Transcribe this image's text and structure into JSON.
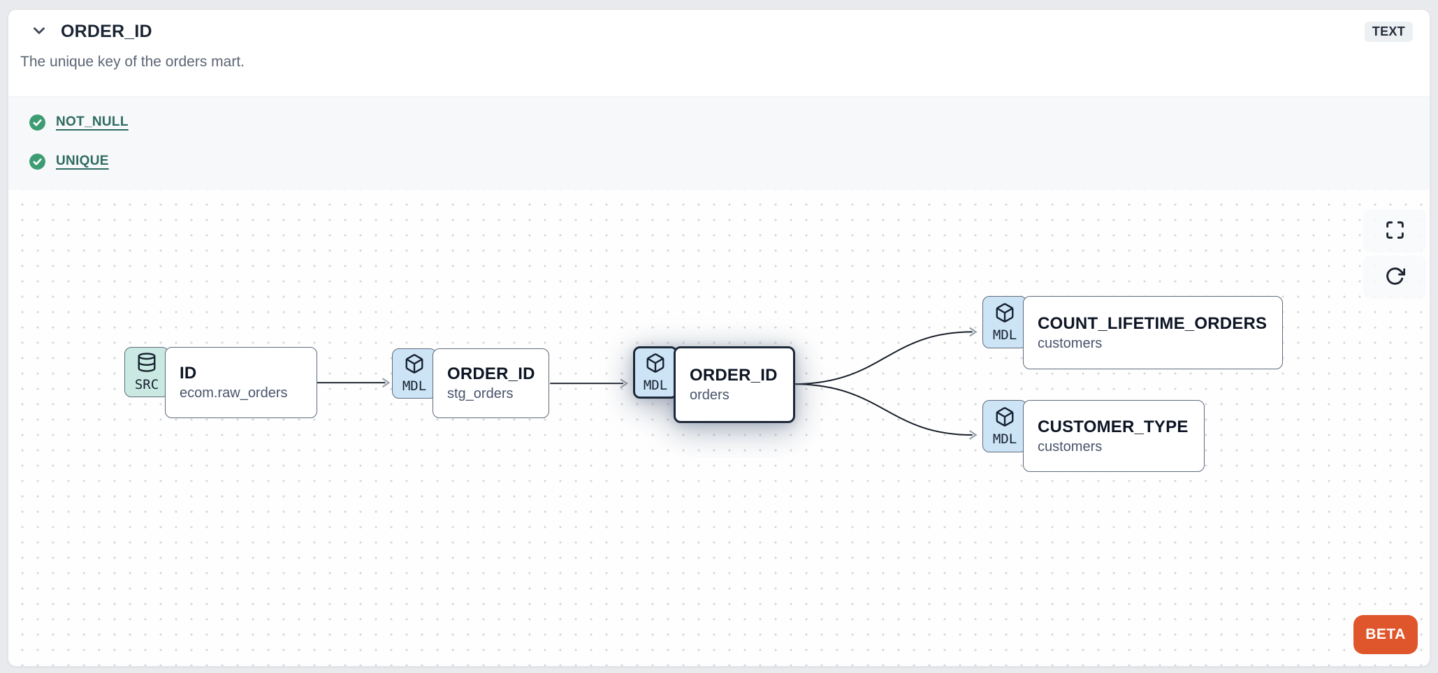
{
  "column": {
    "title": "ORDER_ID",
    "type": "TEXT",
    "description": "The unique key of the orders mart."
  },
  "tests": [
    {
      "label": "NOT_NULL",
      "status": "pass",
      "icon": "check-circle-icon"
    },
    {
      "label": "UNIQUE",
      "status": "pass",
      "icon": "check-circle-icon"
    }
  ],
  "lineage": {
    "nodes": [
      {
        "kind": "SRC",
        "icon": "database-icon",
        "title": "ID",
        "subtitle": "ecom.raw_orders",
        "selected": false
      },
      {
        "kind": "MDL",
        "icon": "cube-icon",
        "title": "ORDER_ID",
        "subtitle": "stg_orders",
        "selected": false
      },
      {
        "kind": "MDL",
        "icon": "cube-icon",
        "title": "ORDER_ID",
        "subtitle": "orders",
        "selected": true
      },
      {
        "kind": "MDL",
        "icon": "cube-icon",
        "title": "COUNT_LIFETIME_ORDERS",
        "subtitle": "customers",
        "selected": false
      },
      {
        "kind": "MDL",
        "icon": "cube-icon",
        "title": "CUSTOMER_TYPE",
        "subtitle": "customers",
        "selected": false
      }
    ],
    "edges": [
      {
        "source": 0,
        "target": 1
      },
      {
        "source": 1,
        "target": 2
      },
      {
        "source": 2,
        "target": 3
      },
      {
        "source": 2,
        "target": 4
      }
    ],
    "beta_label": "BETA"
  },
  "colors": {
    "accent_orange": "#e0562c",
    "test_pass_green": "#3d9c72",
    "test_link_teal": "#2e6b60",
    "src_badge_bg": "#c9e9e2",
    "mdl_badge_bg": "#cde4f7",
    "selected_border": "#1d2838",
    "edge_stroke": "#171d28",
    "type_badge_bg": "#edf0f3"
  }
}
